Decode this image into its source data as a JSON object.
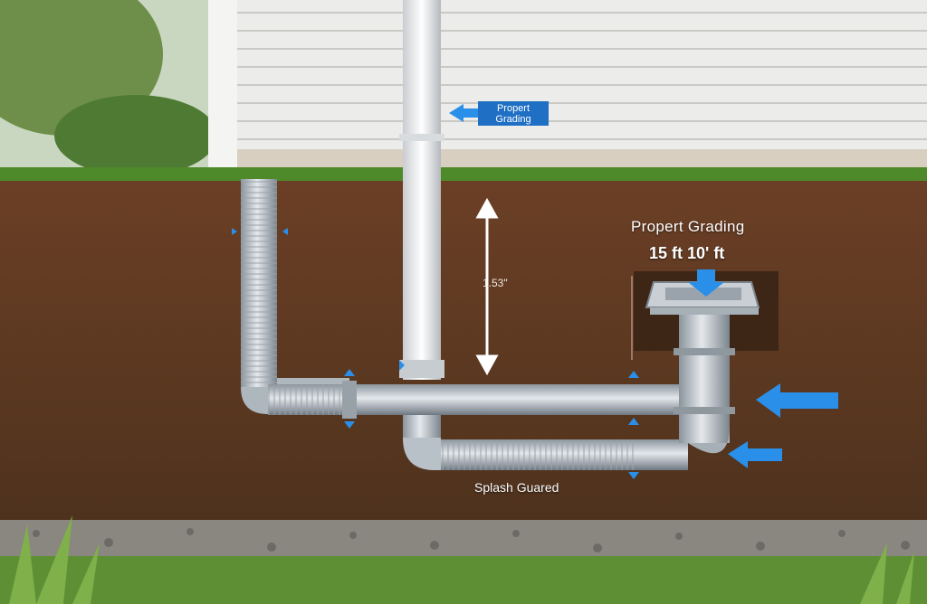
{
  "labels": {
    "top_tag_line1": "Propert",
    "top_tag_line2": "Grading",
    "callout_title": "Propert Grading",
    "callout_dims": "15 ft 10' ft",
    "vertical_dimension": "1.53\"",
    "bottom_label": "Splash Guared"
  },
  "colors": {
    "arrow_blue": "#2a8fe8",
    "soil": "#5a3a22",
    "siding": "#eeeeea",
    "pipe": "#b8c0c8"
  }
}
